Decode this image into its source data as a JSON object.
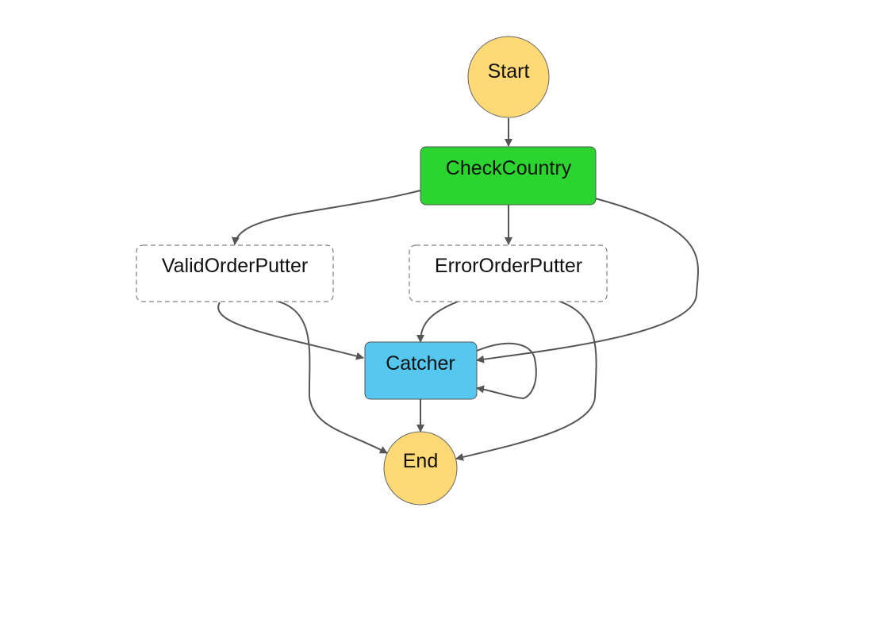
{
  "diagram": {
    "type": "state-machine-graph",
    "nodes": [
      {
        "id": "start",
        "label": "Start",
        "shape": "circle",
        "color": "#FFD976"
      },
      {
        "id": "check_country",
        "label": "CheckCountry",
        "shape": "rounded-rect",
        "color": "#2BD42E"
      },
      {
        "id": "valid_order_putter",
        "label": "ValidOrderPutter",
        "shape": "dashed-rect",
        "color": "#FFFFFF"
      },
      {
        "id": "error_order_putter",
        "label": "ErrorOrderPutter",
        "shape": "dashed-rect",
        "color": "#FFFFFF"
      },
      {
        "id": "catcher",
        "label": "Catcher",
        "shape": "rounded-rect",
        "color": "#56C8EF"
      },
      {
        "id": "end",
        "label": "End",
        "shape": "circle",
        "color": "#FFD976"
      }
    ],
    "edges": [
      {
        "from": "start",
        "to": "check_country"
      },
      {
        "from": "check_country",
        "to": "valid_order_putter"
      },
      {
        "from": "check_country",
        "to": "error_order_putter"
      },
      {
        "from": "check_country",
        "to": "catcher"
      },
      {
        "from": "valid_order_putter",
        "to": "catcher"
      },
      {
        "from": "valid_order_putter",
        "to": "end"
      },
      {
        "from": "error_order_putter",
        "to": "catcher"
      },
      {
        "from": "error_order_putter",
        "to": "end"
      },
      {
        "from": "catcher",
        "to": "catcher"
      },
      {
        "from": "catcher",
        "to": "end"
      }
    ]
  }
}
